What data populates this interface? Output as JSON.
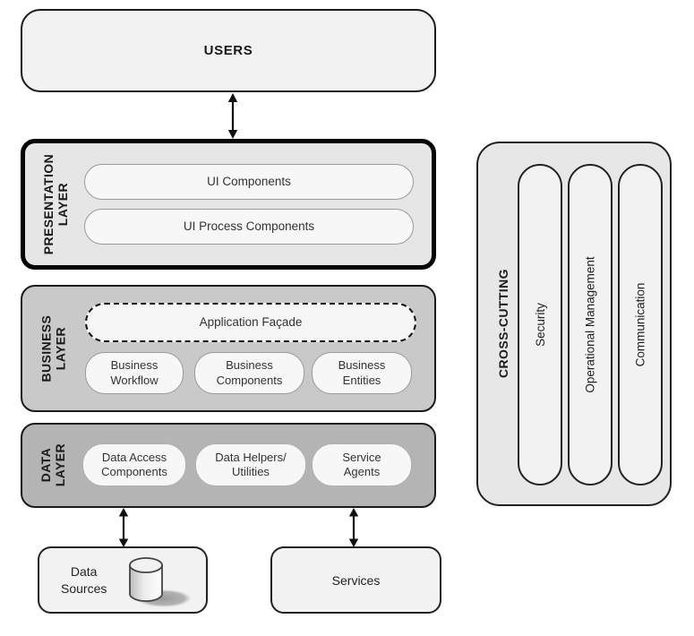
{
  "diagram": {
    "users": {
      "label": "USERS"
    },
    "presentation_layer": {
      "label_line1": "PRESENTATION",
      "label_line2": "LAYER",
      "components": [
        "UI Components",
        "UI Process Components"
      ]
    },
    "business_layer": {
      "label_line1": "BUSINESS",
      "label_line2": "LAYER",
      "facade": "Application Façade",
      "components": [
        {
          "line1": "Business",
          "line2": "Workflow"
        },
        {
          "line1": "Business",
          "line2": "Components"
        },
        {
          "line1": "Business",
          "line2": "Entities"
        }
      ]
    },
    "data_layer": {
      "label_line1": "DATA",
      "label_line2": "LAYER",
      "components": [
        {
          "line1": "Data Access",
          "line2": "Components"
        },
        {
          "line1": "Data Helpers/",
          "line2": "Utilities"
        },
        {
          "line1": "Service",
          "line2": "Agents"
        }
      ]
    },
    "data_sources": {
      "line1": "Data",
      "line2": "Sources"
    },
    "services": {
      "label": "Services"
    },
    "cross_cutting": {
      "label": "CROSS-CUTTING",
      "columns": [
        "Security",
        "Operational Management",
        "Communication"
      ]
    }
  },
  "colors": {
    "box-light-fill": "#f2f2f2",
    "layer-presentation-fill": "#e6e6e6",
    "layer-business-fill": "#c9c9c9",
    "layer-data-fill": "#b4b4b4",
    "inner-pill-fill": "#f7f7f7",
    "crosscut-fill": "#e7e7e7",
    "crosscut-pill-fill": "#f2f2f2",
    "border-dark": "#1a1a1a",
    "border-gray": "#9a9a9a",
    "text-dark": "#1a1a1a",
    "text-body": "#333333"
  }
}
